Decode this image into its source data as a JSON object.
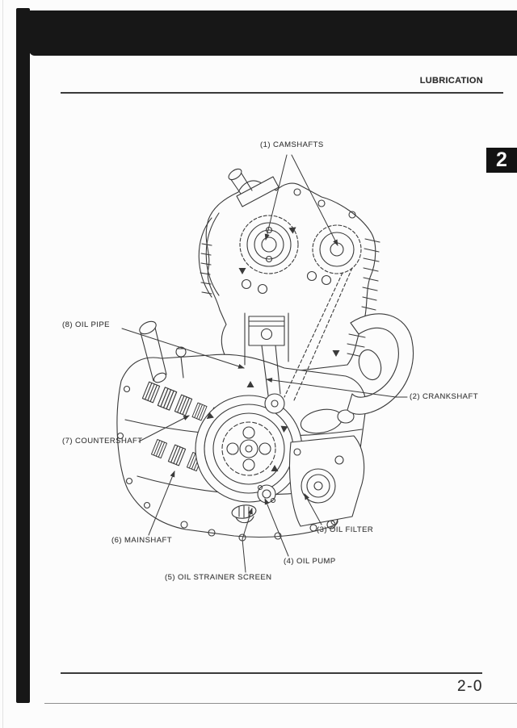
{
  "page": {
    "header_title": "LUBRICATION",
    "page_number": "2-0",
    "chapter_tab": "2"
  },
  "diagram": {
    "labels": [
      {
        "num": "1",
        "text": "(1) CAMSHAFTS"
      },
      {
        "num": "2",
        "text": "(2) CRANKSHAFT"
      },
      {
        "num": "3",
        "text": "(3) OIL FILTER"
      },
      {
        "num": "4",
        "text": "(4) OIL PUMP"
      },
      {
        "num": "5",
        "text": "(5) OIL STRAINER SCREEN"
      },
      {
        "num": "6",
        "text": "(6) MAINSHAFT"
      },
      {
        "num": "7",
        "text": "(7) COUNTERSHAFT"
      },
      {
        "num": "8",
        "text": "(8) OIL PIPE"
      }
    ]
  },
  "colors": {
    "ink": "#3a3a3a",
    "bar_black": "#171717",
    "paper": "#fcfcfc"
  }
}
